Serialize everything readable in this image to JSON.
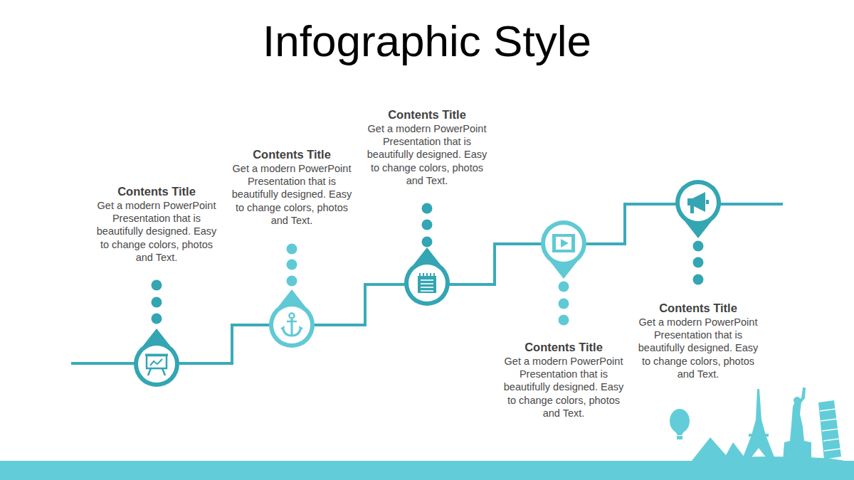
{
  "diagram": {
    "title": "Infographic Style",
    "nodes": [
      {
        "text": [
          "Contents Title",
          "Get a modern PowerPoint Presentation that is beautifully designed. Easy to change colors, photos and Text."
        ]
      },
      {
        "text": [
          "Contents Title",
          "Get a modern PowerPoint Presentation that is beautifully designed. Easy to change colors, photos and Text."
        ]
      },
      {
        "text": [
          "Contents Title",
          "Get a modern PowerPoint Presentation that is beautifully designed. Easy to change colors, photos and Text."
        ]
      },
      {
        "text": [
          "Contents Title",
          "Get a modern PowerPoint Presentation that is beautifully designed. Easy to change colors, photos and Text."
        ]
      },
      {
        "text": [
          "Contents Title",
          "Get a modern PowerPoint Presentation that is beautifully designed. Easy to change colors, photos and Text."
        ]
      }
    ]
  }
}
